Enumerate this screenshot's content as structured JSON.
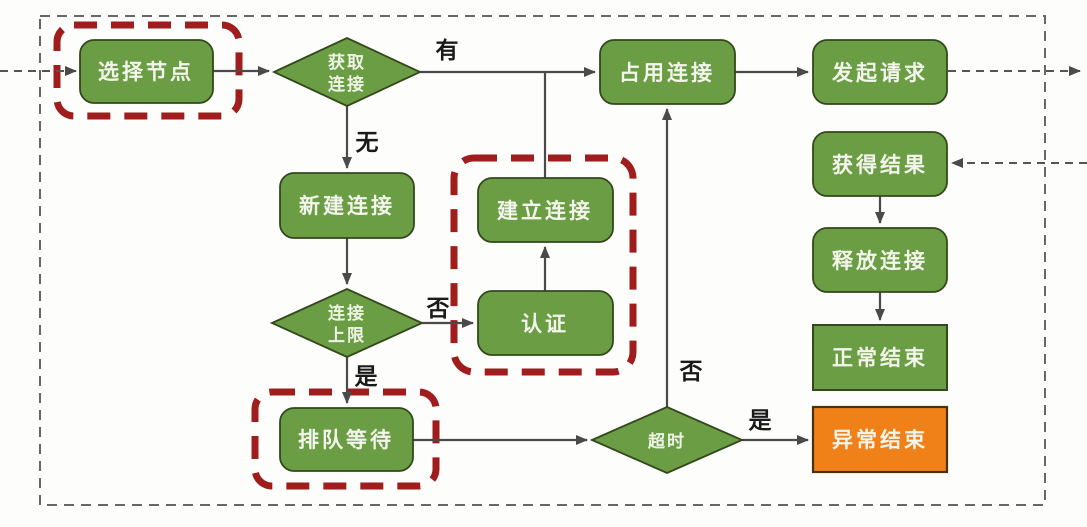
{
  "diagram": {
    "colors": {
      "node_fill_green": "#6b9e44",
      "node_border_green": "#33481c",
      "node_fill_orange": "#f08018",
      "node_border_orange": "#4a3210",
      "highlight_dashed_red": "#9f1d1d",
      "connector_gray": "#4a4a4a",
      "boundary_dash_gray": "#676767",
      "node_text": "#f3f5ec",
      "edge_label_text": "#1a1a1a"
    },
    "nodes": {
      "select_node": {
        "label": "选择节点"
      },
      "get_connection": {
        "label_line1": "获取",
        "label_line2": "连接"
      },
      "occupy_connection": {
        "label": "占用连接"
      },
      "initiate_request": {
        "label": "发起请求"
      },
      "new_connection": {
        "label": "新建连接"
      },
      "establish_connection": {
        "label": "建立连接"
      },
      "authenticate": {
        "label": "认证"
      },
      "connection_limit": {
        "label_line1": "连接",
        "label_line2": "上限"
      },
      "queue_wait": {
        "label": "排队等待"
      },
      "timeout": {
        "label": "超时"
      },
      "get_result": {
        "label": "获得结果"
      },
      "release_connection": {
        "label": "释放连接"
      },
      "normal_end": {
        "label": "正常结束"
      },
      "abnormal_end": {
        "label": "异常结束"
      }
    },
    "edge_labels": {
      "has_connection": "有",
      "no_connection": "无",
      "limit_not_reached": "否",
      "limit_reached": "是",
      "not_timed_out": "否",
      "timed_out": "是"
    }
  }
}
